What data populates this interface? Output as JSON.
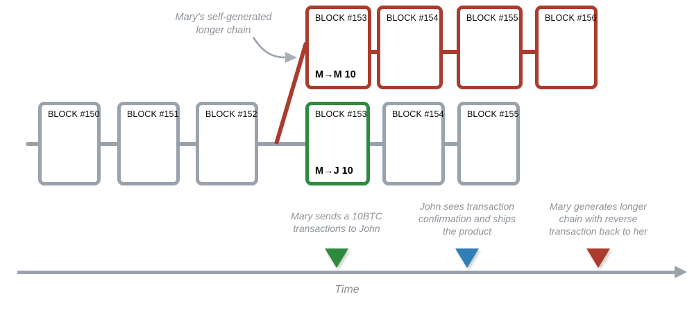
{
  "diagram": {
    "title_label": "Time",
    "colors": {
      "gray": "#9aa3ad",
      "red": "#ab3c2d",
      "green": "#2e8b3d",
      "blue": "#2f7fb5",
      "text_gray": "#8d9399"
    },
    "annotation": {
      "mary_chain_note": "Mary's self-generated\nlonger chain"
    },
    "attack_chain": {
      "blocks": [
        {
          "label": "BLOCK #153",
          "tx": "M→M 10"
        },
        {
          "label": "BLOCK #154",
          "tx": ""
        },
        {
          "label": "BLOCK #155",
          "tx": ""
        },
        {
          "label": "BLOCK #156",
          "tx": ""
        }
      ]
    },
    "honest_chain": {
      "blocks": [
        {
          "label": "BLOCK #150",
          "tx": ""
        },
        {
          "label": "BLOCK #151",
          "tx": ""
        },
        {
          "label": "BLOCK #152",
          "tx": ""
        },
        {
          "label": "BLOCK #153",
          "tx": "M→J  10"
        },
        {
          "label": "BLOCK #154",
          "tx": ""
        },
        {
          "label": "BLOCK #155",
          "tx": ""
        }
      ]
    },
    "timeline": {
      "events": [
        {
          "caption": "Mary sends a 10BTC\ntransactions to John",
          "color": "#2e8b3d"
        },
        {
          "caption": "John sees transaction\nconfirmation and ships\nthe product",
          "color": "#2f7fb5"
        },
        {
          "caption": "Mary generates longer\nchain with reverse\ntransaction back to her",
          "color": "#ab3c2d"
        }
      ]
    }
  }
}
